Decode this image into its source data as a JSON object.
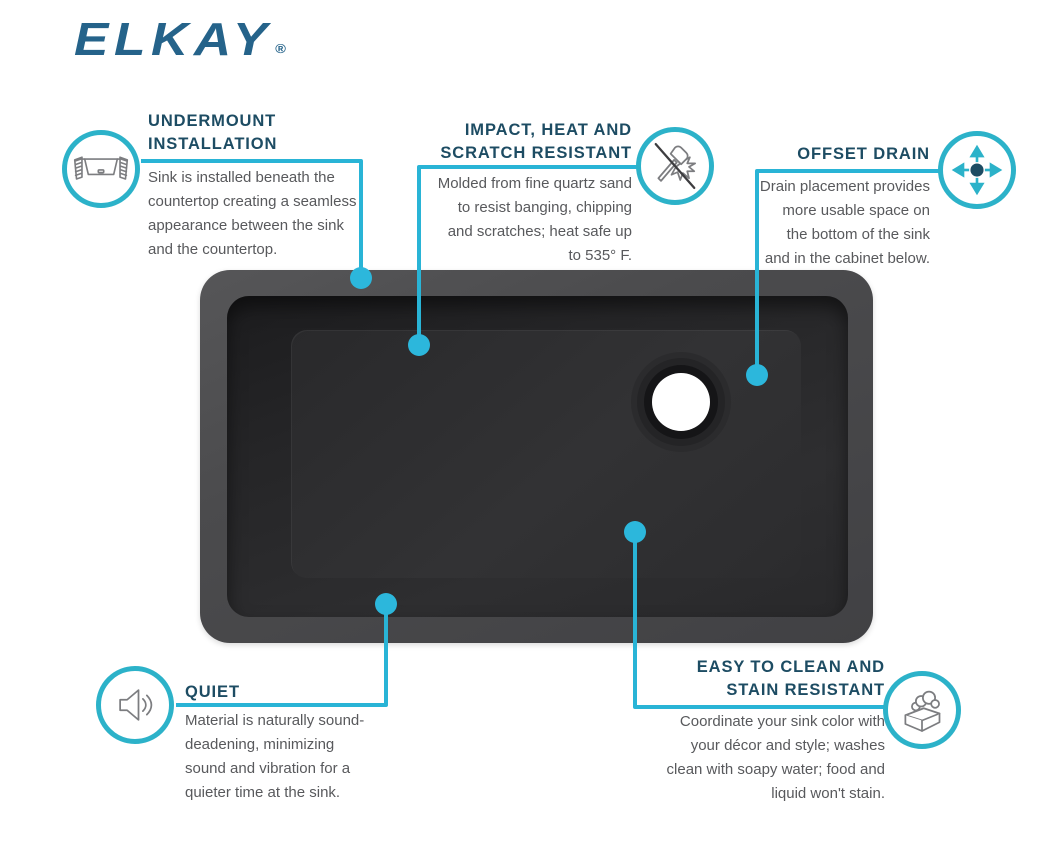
{
  "brand": {
    "logo_text": "ELKAY",
    "registered_mark": "®",
    "logo_color": "#25638a"
  },
  "colors": {
    "accent_teal_line": "#29b4d6",
    "accent_teal_dot": "#2cb7dc",
    "icon_circle_teal": "#2cb2c9",
    "title_navy": "#1d4c63",
    "body_gray": "#58595c",
    "sink_rim_gray": "#4b4b4d",
    "sink_bowl_dark": "#252527",
    "drain_white": "#ffffff"
  },
  "features": [
    {
      "id": "undermount-installation",
      "title": "UNDERMOUNT\nINSTALLATION",
      "body": "Sink is installed beneath the\ncountertop creating a seamless\nappearance between the sink\nand the countertop.",
      "icon": "undermount-sink-icon"
    },
    {
      "id": "impact-heat-scratch-resistant",
      "title": "IMPACT, HEAT AND\nSCRATCH RESISTANT",
      "body": "Molded from fine quartz sand\nto resist banging, chipping\nand scratches; heat safe up\nto 535° F.",
      "icon": "hammer-no-impact-icon"
    },
    {
      "id": "offset-drain",
      "title": "OFFSET DRAIN",
      "body": "Drain placement provides\nmore usable space on\nthe bottom of the sink\nand in the cabinet below.",
      "icon": "move-arrows-icon"
    },
    {
      "id": "quiet",
      "title": "QUIET",
      "body": "Material is naturally sound-\ndeadening, minimizing\nsound and vibration for a\nquieter time at the sink.",
      "icon": "speaker-icon"
    },
    {
      "id": "easy-to-clean-stain-resistant",
      "title": "EASY TO CLEAN AND\nSTAIN RESISTANT",
      "body": "Coordinate your sink color with\nyour décor and style; washes\nclean with soapy water; food and\nliquid won't stain.",
      "icon": "sponge-icon"
    }
  ]
}
